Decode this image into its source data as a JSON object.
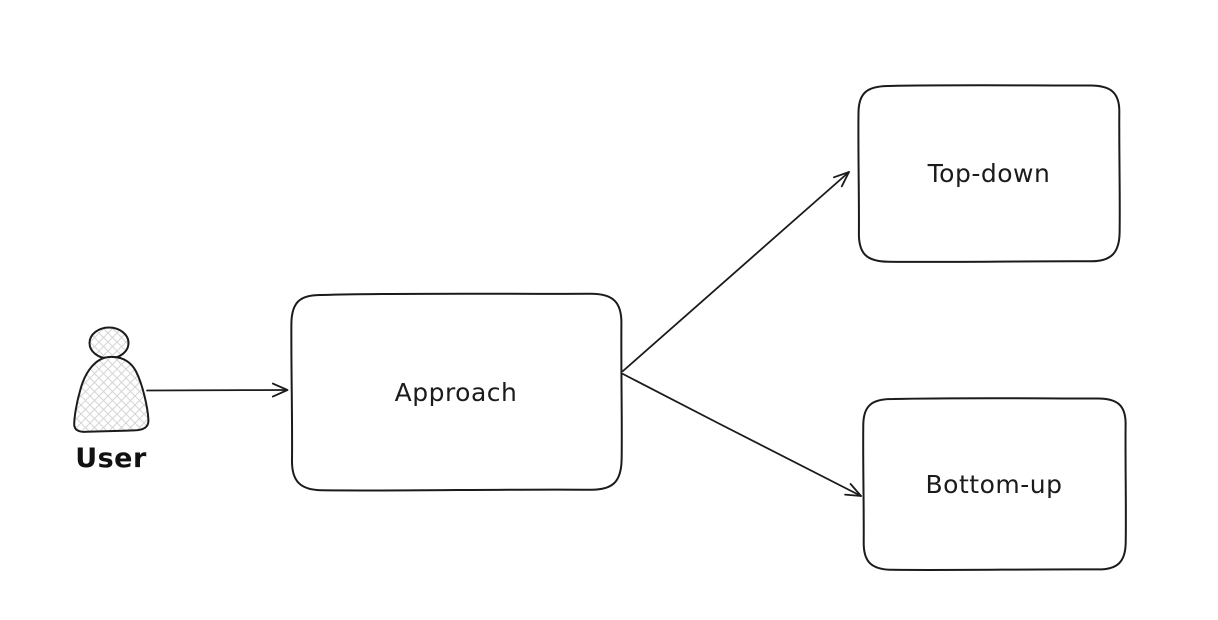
{
  "diagram": {
    "type": "flowchart",
    "style": "hand-drawn-whiteboard",
    "background_color": "#ffffff",
    "stroke_color": "#1b1b1b",
    "crosshatch_color": "#d6d6d6",
    "nodes": [
      {
        "id": "user",
        "type": "actor",
        "label": "User",
        "fill": "crosshatch"
      },
      {
        "id": "approach",
        "type": "box",
        "label": "Approach",
        "fill": "white"
      },
      {
        "id": "top-down",
        "type": "box",
        "label": "Top-down",
        "fill": "white"
      },
      {
        "id": "bottom-up",
        "type": "box",
        "label": "Bottom-up",
        "fill": "white"
      }
    ],
    "edges": [
      {
        "from": "user",
        "to": "approach",
        "arrowhead": "open"
      },
      {
        "from": "approach",
        "to": "top-down",
        "arrowhead": "open"
      },
      {
        "from": "approach",
        "to": "bottom-up",
        "arrowhead": "open"
      }
    ]
  }
}
